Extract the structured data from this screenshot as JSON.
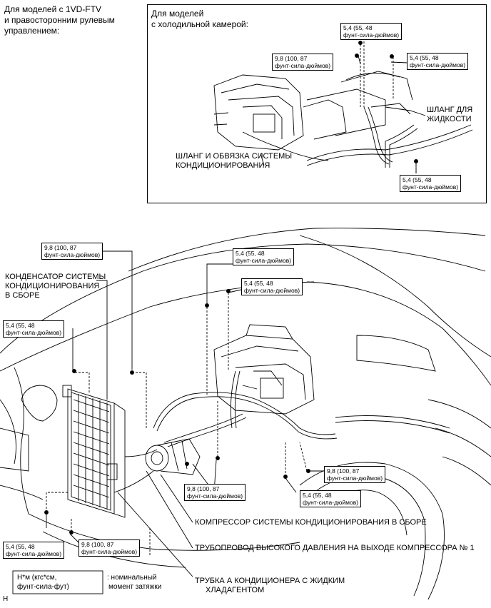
{
  "header": {
    "line1": "Для моделей с 1VD-FTV",
    "line2": "и правосторонним рулевым",
    "line3": "управлением:"
  },
  "inset": {
    "title1": "Для моделей",
    "title2": "с холодильной камерой:",
    "torque_a1": "5,4 (55, 48",
    "torque_a2": "фунт-сила-дюймов)",
    "torque_b1": "9,8 (100, 87",
    "torque_b2": "фунт-сила-дюймов)",
    "torque_c1": "5,4 (55, 48",
    "torque_c2": "фунт-сила-дюймов)",
    "torque_d1": "5,4 (55, 48",
    "torque_d2": "фунт-сила-дюймов)",
    "hose_liquid1": "ШЛАНГ ДЛЯ",
    "hose_liquid2": "ЖИДКОСТИ",
    "hose_system1": "ШЛАНГ И ОБВЯЗКА СИСТЕМЫ",
    "hose_system2": "КОНДИЦИОНИРОВАНИЯ"
  },
  "main": {
    "t1a": "9,8 (100, 87",
    "t1b": "фунт-сила-дюймов)",
    "t2a": "5,4 (55, 48",
    "t2b": "фунт-сила-дюймов)",
    "t3a": "5,4 (55, 48",
    "t3b": "фунт-сила-дюймов)",
    "t4a": "5,4 (55, 48",
    "t4b": "фунт-сила-дюймов)",
    "t5a": "9,8 (100, 87",
    "t5b": "фунт-сила-дюймов)",
    "t6a": "9,8 (100, 87",
    "t6b": "фунт-сила-дюймов)",
    "t7a": "5,4 (55, 48",
    "t7b": "фунт-сила-дюймов)",
    "t8a": "5,4 (55, 48",
    "t8b": "фунт-сила-дюймов)",
    "t9a": "9,8 (100, 87",
    "t9b": "фунт-сила-дюймов)",
    "condenser1": "КОНДЕНСАТОР СИСТЕМЫ",
    "condenser2": "КОНДИЦИОНИРОВАНИЯ",
    "condenser3": "В СБОРЕ",
    "compressor": "КОМПРЕССОР СИСТЕМЫ КОНДИЦИОНИРОВАНИЯ В СБОРЕ",
    "high_pressure": "ТРУБОПРОВОД ВЫСОКОГО ДАВЛЕНИЯ НА ВЫХОДЕ КОМПРЕССОРА № 1",
    "liquid_tube1": "ТРУБКА А КОНДИЦИОНЕРА С ЖИДКИМ",
    "liquid_tube2": "ХЛАДАГЕНТОМ"
  },
  "legend": {
    "unit1": "Н*м (кгс*см,",
    "unit2": "фунт-сила-фут)",
    "desc1": ": номинальный",
    "desc2": "момент затяжки",
    "code": "H"
  }
}
